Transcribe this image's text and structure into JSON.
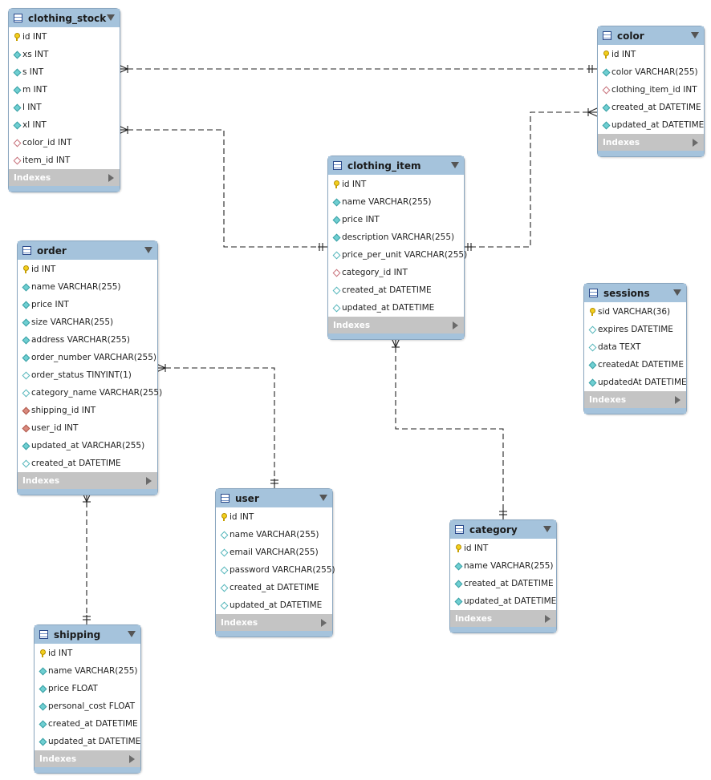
{
  "diagram": {
    "indexes_label": "Indexes",
    "tables": [
      {
        "id": "clothing_stock",
        "name": "clothing_stock",
        "columns": [
          {
            "kind": "pk",
            "text": "id INT"
          },
          {
            "kind": "nn",
            "text": "xs INT"
          },
          {
            "kind": "nn",
            "text": "s INT"
          },
          {
            "kind": "nn",
            "text": "m INT"
          },
          {
            "kind": "nn",
            "text": "l INT"
          },
          {
            "kind": "nn",
            "text": "xl INT"
          },
          {
            "kind": "fk",
            "text": "color_id INT"
          },
          {
            "kind": "fk",
            "text": "item_id INT"
          }
        ]
      },
      {
        "id": "color",
        "name": "color",
        "columns": [
          {
            "kind": "pk",
            "text": "id INT"
          },
          {
            "kind": "nn",
            "text": "color VARCHAR(255)"
          },
          {
            "kind": "fk",
            "text": "clothing_item_id INT"
          },
          {
            "kind": "nn",
            "text": "created_at DATETIME"
          },
          {
            "kind": "nn",
            "text": "updated_at DATETIME"
          }
        ]
      },
      {
        "id": "clothing_item",
        "name": "clothing_item",
        "columns": [
          {
            "kind": "pk",
            "text": "id INT"
          },
          {
            "kind": "nn",
            "text": "name VARCHAR(255)"
          },
          {
            "kind": "nn",
            "text": "price INT"
          },
          {
            "kind": "nn",
            "text": "description VARCHAR(255)"
          },
          {
            "kind": "nul",
            "text": "price_per_unit VARCHAR(255)"
          },
          {
            "kind": "fk",
            "text": "category_id INT"
          },
          {
            "kind": "nul",
            "text": "created_at DATETIME"
          },
          {
            "kind": "nul",
            "text": "updated_at DATETIME"
          }
        ]
      },
      {
        "id": "order",
        "name": "order",
        "columns": [
          {
            "kind": "pk",
            "text": "id INT"
          },
          {
            "kind": "nn",
            "text": "name VARCHAR(255)"
          },
          {
            "kind": "nn",
            "text": "price INT"
          },
          {
            "kind": "nn",
            "text": "size VARCHAR(255)"
          },
          {
            "kind": "nn",
            "text": "address VARCHAR(255)"
          },
          {
            "kind": "nn",
            "text": "order_number VARCHAR(255)"
          },
          {
            "kind": "nul",
            "text": "order_status TINYINT(1)"
          },
          {
            "kind": "nul",
            "text": "category_name VARCHAR(255)"
          },
          {
            "kind": "fknn",
            "text": "shipping_id INT"
          },
          {
            "kind": "fknn",
            "text": "user_id INT"
          },
          {
            "kind": "nn",
            "text": "updated_at VARCHAR(255)"
          },
          {
            "kind": "nul",
            "text": "created_at DATETIME"
          }
        ]
      },
      {
        "id": "sessions",
        "name": "sessions",
        "columns": [
          {
            "kind": "pk",
            "text": "sid VARCHAR(36)"
          },
          {
            "kind": "nul",
            "text": "expires DATETIME"
          },
          {
            "kind": "nul",
            "text": "data TEXT"
          },
          {
            "kind": "nn",
            "text": "createdAt DATETIME"
          },
          {
            "kind": "nn",
            "text": "updatedAt DATETIME"
          }
        ]
      },
      {
        "id": "user",
        "name": "user",
        "columns": [
          {
            "kind": "pk",
            "text": "id INT"
          },
          {
            "kind": "nul",
            "text": "name VARCHAR(255)"
          },
          {
            "kind": "nul",
            "text": "email VARCHAR(255)"
          },
          {
            "kind": "nul",
            "text": "password VARCHAR(255)"
          },
          {
            "kind": "nul",
            "text": "created_at DATETIME"
          },
          {
            "kind": "nul",
            "text": "updated_at DATETIME"
          }
        ]
      },
      {
        "id": "category",
        "name": "category",
        "columns": [
          {
            "kind": "pk",
            "text": "id INT"
          },
          {
            "kind": "nn",
            "text": "name VARCHAR(255)"
          },
          {
            "kind": "nn",
            "text": "created_at DATETIME"
          },
          {
            "kind": "nn",
            "text": "updated_at DATETIME"
          }
        ]
      },
      {
        "id": "shipping",
        "name": "shipping",
        "columns": [
          {
            "kind": "pk",
            "text": "id INT"
          },
          {
            "kind": "nn",
            "text": "name VARCHAR(255)"
          },
          {
            "kind": "nn",
            "text": "price FLOAT"
          },
          {
            "kind": "nn",
            "text": "personal_cost FLOAT"
          },
          {
            "kind": "nn",
            "text": "created_at DATETIME"
          },
          {
            "kind": "nn",
            "text": "updated_at DATETIME"
          }
        ]
      }
    ],
    "relationships": [
      {
        "from": "clothing_stock",
        "to": "color",
        "from_end": "many",
        "to_end": "one"
      },
      {
        "from": "clothing_stock",
        "to": "clothing_item",
        "from_end": "many",
        "to_end": "one"
      },
      {
        "from": "color",
        "to": "clothing_item",
        "from_end": "many",
        "to_end": "one"
      },
      {
        "from": "clothing_item",
        "to": "category",
        "from_end": "many",
        "to_end": "one"
      },
      {
        "from": "order",
        "to": "user",
        "from_end": "many",
        "to_end": "one"
      },
      {
        "from": "order",
        "to": "shipping",
        "from_end": "many",
        "to_end": "one"
      }
    ]
  }
}
